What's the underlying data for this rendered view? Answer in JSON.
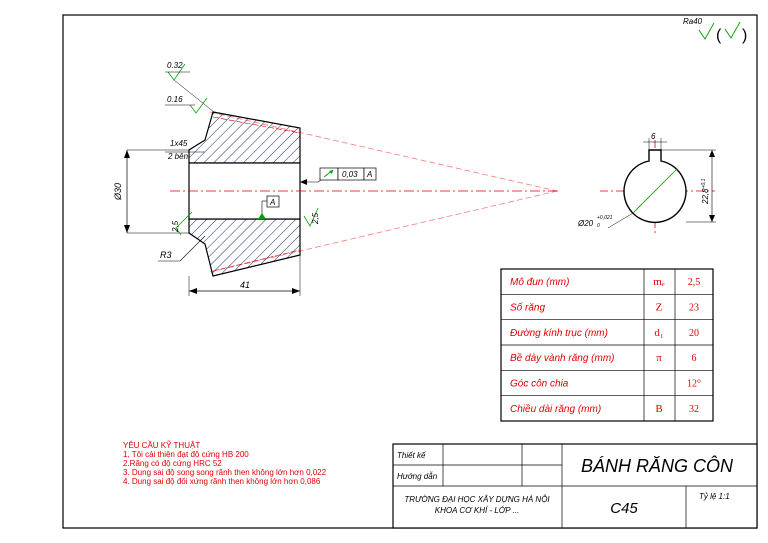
{
  "roughness": {
    "ra_label": "Ra40",
    "face_a": "0.32",
    "face_b": "0.16",
    "bore": "2,5",
    "back": "2,5"
  },
  "dims": {
    "chamfer_line1": "1x45",
    "chamfer_line2": "2 bên",
    "bore_dia": "Ø30",
    "fillet": "R3",
    "length": "41",
    "runout_value": "0,03",
    "datum": "A",
    "keyway_width": "6",
    "keyway_depth": "22,8",
    "keyway_depth_tol": "+0,1",
    "shaft_dia": "Ø20",
    "shaft_tol_upper": "+0,021",
    "shaft_tol_lower": "0"
  },
  "params": [
    {
      "name": "Mô đun (mm)",
      "symbol": "mₑ",
      "value": "2,5"
    },
    {
      "name": "Số răng",
      "symbol": "Z",
      "value": "23"
    },
    {
      "name": "Đường kính trục (mm)",
      "symbol": "d₁",
      "value": "20"
    },
    {
      "name": "Bề dày vành răng (mm)",
      "symbol": "π",
      "value": "6"
    },
    {
      "name": "Góc côn chia",
      "symbol": "",
      "value": "12°"
    },
    {
      "name": "Chiều dài răng (mm)",
      "symbol": "B",
      "value": "32"
    }
  ],
  "requirements": [
    "YÊU CẦU KỸ THUẬT",
    "1, Tôi cải thiện đạt độ cứng HB 200",
    "2.Răng có độ cứng HRC 52",
    "3. Dung sai độ song song rãnh then không lớn hơn 0,022",
    "4. Dung sai độ đối xứng rãnh then không lớn hơn 0,086"
  ],
  "title_block": {
    "designer_label": "Thiết kế",
    "advisor_label": "Hướng dẫn",
    "school_line1": "TRƯỜNG ĐẠI HỌC XÂY DỰNG HÀ NỘI",
    "school_line2": "KHOA CƠ KHÍ - LỚP ...",
    "title": "BÁNH RĂNG CÔN",
    "material": "C45",
    "scale": "Tỷ lệ 1:1"
  },
  "colors": {
    "line": "#000000",
    "hatch": "#1f2a7a",
    "center": "#e00000",
    "cone": "#f08080",
    "table_text": "#e00000",
    "dim_green": "#00a000"
  }
}
